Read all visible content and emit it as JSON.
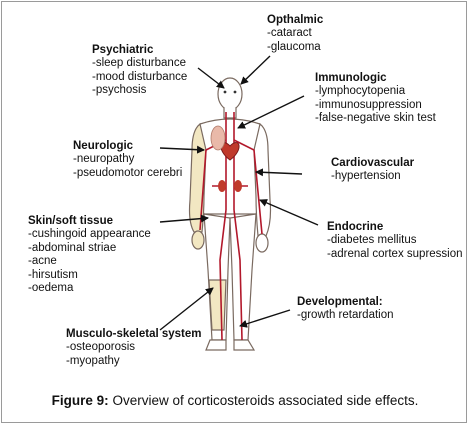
{
  "groups": {
    "opthalmic": {
      "title": "Opthalmic",
      "items": [
        "-cataract",
        "-glaucoma"
      ]
    },
    "psychiatric": {
      "title": "Psychiatric",
      "items": [
        "-sleep disturbance",
        "-mood disturbance",
        "-psychosis"
      ]
    },
    "immunologic": {
      "title": "Immunologic",
      "items": [
        "-lymphocytopenia",
        "-immunosuppression",
        "-false-negative skin test"
      ]
    },
    "neurologic": {
      "title": "Neurologic",
      "items": [
        "-neuropathy",
        "-pseudomotor cerebri"
      ]
    },
    "cardiovascular": {
      "title": "Cardiovascular",
      "items": [
        "-hypertension"
      ]
    },
    "skin": {
      "title": "Skin/soft tissue",
      "items": [
        "-cushingoid appearance",
        "-abdominal striae",
        "-acne",
        "-hirsutism",
        "-oedema"
      ]
    },
    "endocrine": {
      "title": "Endocrine",
      "items": [
        "-diabetes mellitus",
        "-adrenal cortex supression"
      ]
    },
    "developmental": {
      "title": "Developmental:",
      "items": [
        "-growth retardation"
      ]
    },
    "musculo": {
      "title": "Musculo-skeletal system",
      "items": [
        "-osteoporosis",
        "-myopathy"
      ]
    }
  },
  "caption": {
    "label": "Figure 9:",
    "text": " Overview of corticosteroids associated side effects."
  }
}
